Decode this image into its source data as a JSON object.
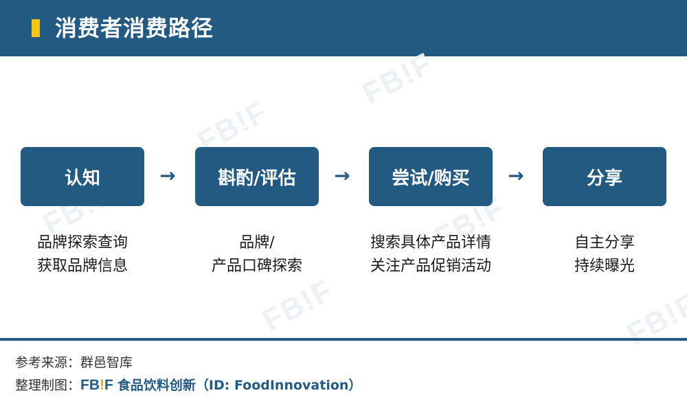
{
  "header": {
    "title": "消费者消费路径"
  },
  "steps": [
    {
      "label": "认知",
      "desc": [
        "品牌探索查询",
        "获取品牌信息"
      ]
    },
    {
      "label": "斟酌/评估",
      "desc": [
        "品牌/",
        "产品口碑探索"
      ]
    },
    {
      "label": "尝试/购买",
      "desc": [
        "搜索具体产品详情",
        "关注产品促销活动"
      ]
    },
    {
      "label": "分享",
      "desc": [
        "自主分享",
        "持续曝光"
      ]
    }
  ],
  "arrows": [
    "→",
    "→",
    "→"
  ],
  "watermark": "FB!F",
  "footer": {
    "source_label": "参考来源：",
    "source_value": "群邑智库",
    "made_label": "整理制图：",
    "logo_left": "FB",
    "logo_bang": "!",
    "logo_right": "F",
    "brand_text": "食品饮料创新（ID: FoodInnovation）"
  },
  "colors": {
    "primary": "#235a82",
    "accent": "#f5c518",
    "background": "#ffffff"
  }
}
